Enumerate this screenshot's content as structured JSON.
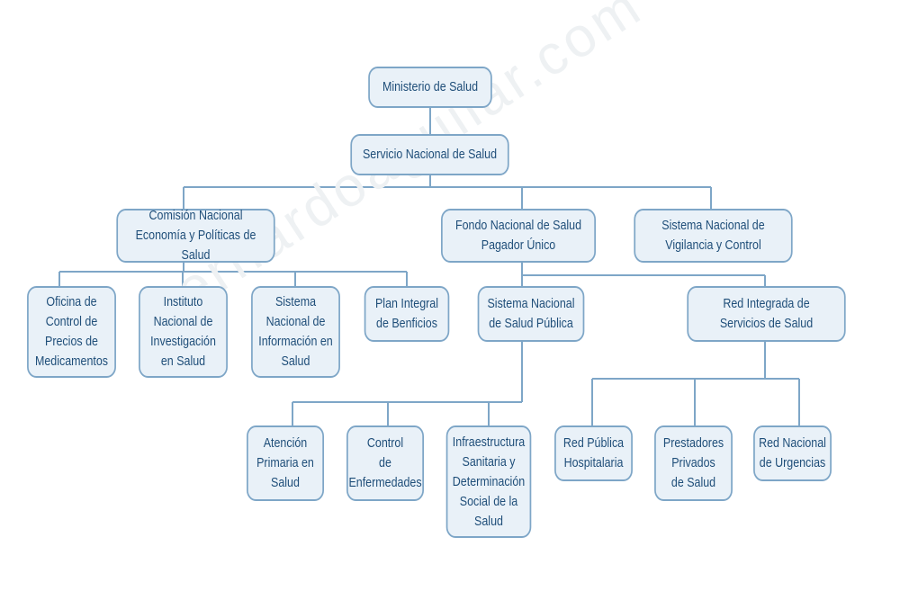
{
  "watermark": "bernardoaguilar.com",
  "nodes": {
    "ministerio": [
      "Ministerio de Salud"
    ],
    "servicio": [
      "Servicio Nacional de Salud"
    ],
    "comision": [
      "Comisión Nacional",
      "Economía y Políticas de Salud"
    ],
    "fondo": [
      "Fondo Nacional de Salud",
      "Pagador Único"
    ],
    "vigilancia": [
      "Sistema Nacional de",
      "Vigilancia y Control"
    ],
    "oficina": [
      "Oficina de",
      "Control de",
      "Precios de",
      "Medicamentos"
    ],
    "instituto": [
      "Instituto",
      "Nacional de",
      "Investigación",
      "en Salud"
    ],
    "sistema_info": [
      "Sistema",
      "Nacional de",
      "Información en",
      "Salud"
    ],
    "plan": [
      "Plan Integral",
      "de Benficios"
    ],
    "salud_publica": [
      "Sistema Nacional",
      "de Salud Pública"
    ],
    "red_integrada": [
      "Red Integrada de",
      "Servicios de Salud"
    ],
    "atencion": [
      "Atención",
      "Primaria en",
      "Salud"
    ],
    "control": [
      "Control",
      "de",
      "Enfermedades"
    ],
    "infraestructura": [
      "Infraestructura",
      "Sanitaria y",
      "Determinación",
      "Social de la",
      "Salud"
    ],
    "red_publica": [
      "Red Pública",
      "Hospitalaria"
    ],
    "prestadores": [
      "Prestadores",
      "Privados",
      "de Salud"
    ],
    "urgencias": [
      "Red Nacional",
      "de Urgencias"
    ]
  },
  "colors": {
    "box_fill": "#e9f1f8",
    "box_border": "#7ea6c7",
    "text": "#1f4e79",
    "line": "#7ea6c7"
  }
}
